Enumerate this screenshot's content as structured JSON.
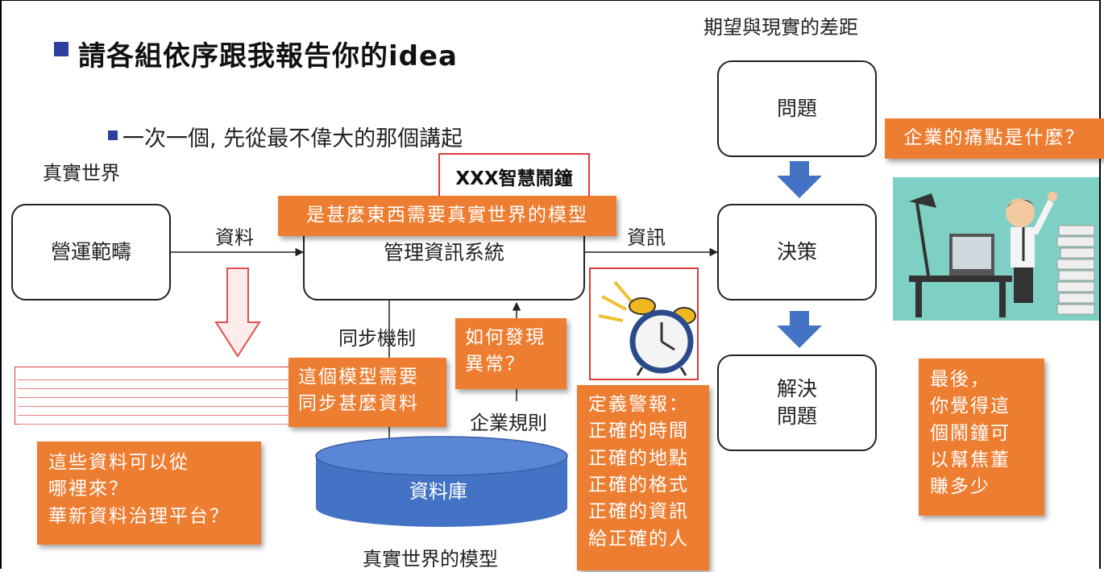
{
  "slide": {
    "title": "請各組依序跟我報告你的idea",
    "subtitle": "一次一個, 先從最不偉大的那個講起",
    "real_world_label": "真實世界",
    "gap_label": "期望與現實的差距",
    "model_label": "真實世界的模型"
  },
  "boxes": {
    "operations": "營運範疇",
    "mis": "管理資訊系統",
    "problem": "問題",
    "decision": "決策",
    "solve": "解決\n問題",
    "database": "資料庫"
  },
  "labels": {
    "data": "資料",
    "info": "資訊",
    "sync": "同步機制",
    "rules": "企業規則",
    "product": "XXX智慧鬧鐘"
  },
  "callouts": {
    "model_what": "是甚麼東西需要真實世界的模型",
    "pain_point": "企業的痛點是什麼？",
    "detect": "如何發現\n異常？",
    "sync_what": "這個模型需要\n同步甚麼資料",
    "data_source": "這些資料可以從\n哪裡來？\n華新資料治理平台？",
    "alert": "定義警報：\n正確的時間\n正確的地點\n正確的格式\n正確的資訊\n給正確的人",
    "value": "最後，\n你覺得這\n個鬧鐘可\n以幫焦董\n賺多少"
  },
  "icons": {
    "alarm": "alarm-clock-icon",
    "worker": "office-worker-illustration"
  },
  "colors": {
    "accent_orange": "#ed7d31",
    "arrow_blue": "#4472c4",
    "database_blue": "#4472c4",
    "bullet_navy": "#2e3f9e",
    "outline_red": "#e03a3a"
  }
}
